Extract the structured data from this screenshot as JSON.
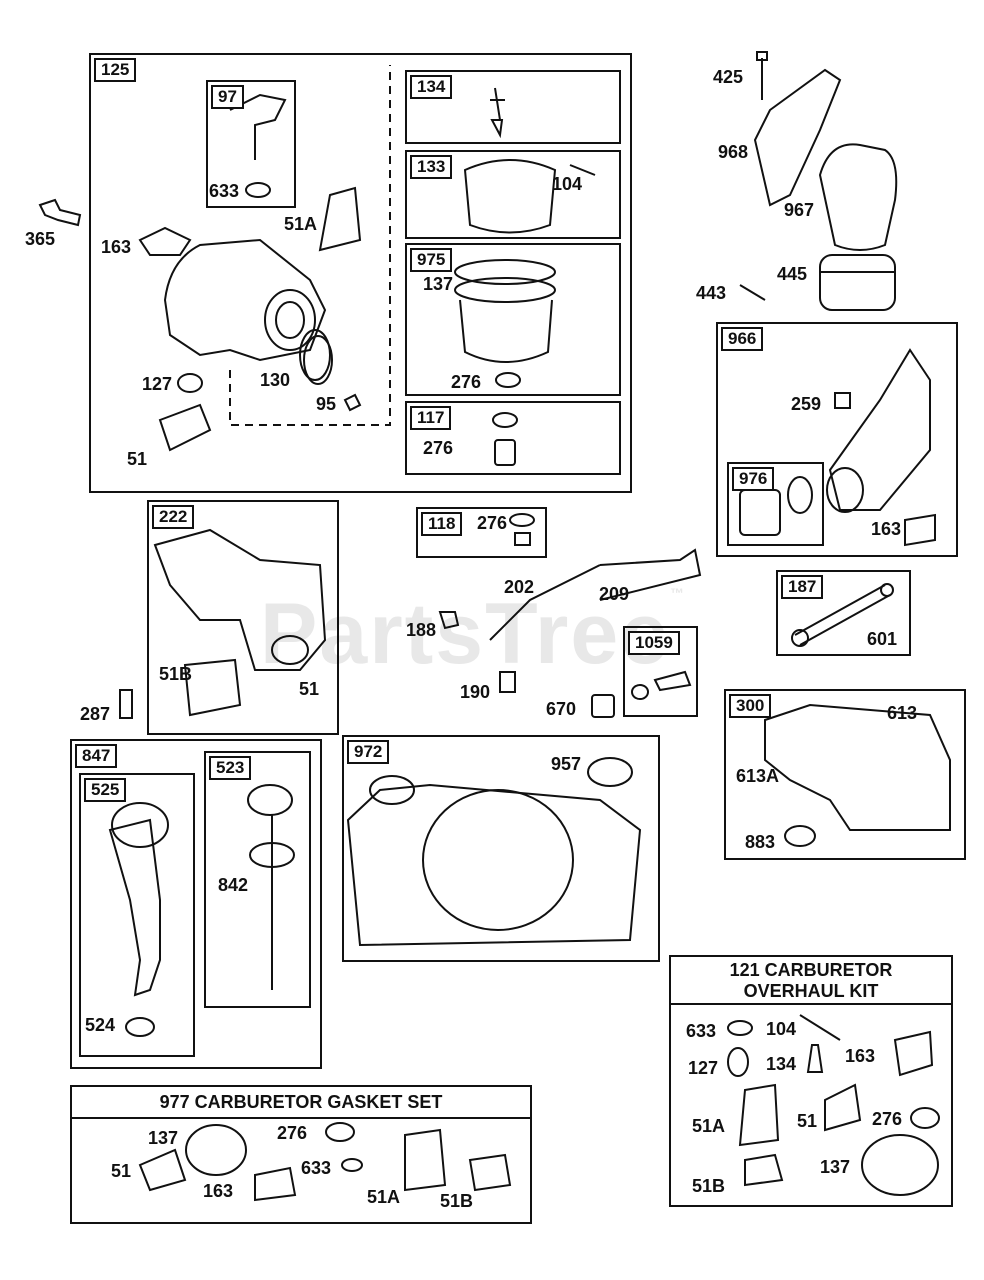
{
  "watermark": "PartsTree",
  "watermark_mark": "™",
  "groups": {
    "g125": "125",
    "g97": "97",
    "g134": "134",
    "g133": "133",
    "g975": "975",
    "g117": "117",
    "g966": "966",
    "g976": "976",
    "g222": "222",
    "g118": "118",
    "g1059": "1059",
    "g187": "187",
    "g300": "300",
    "g847": "847",
    "g525": "525",
    "g523": "523",
    "g972": "972"
  },
  "kit_titles": {
    "overhaul_line1": "121 CARBURETOR",
    "overhaul_line2": "OVERHAUL KIT",
    "gasket_set": "977 CARBURETOR  GASKET SET"
  },
  "labels": {
    "p425": "425",
    "p968": "968",
    "p967": "967",
    "p445": "445",
    "p443": "443",
    "p365": "365",
    "p163a": "163",
    "p633a": "633",
    "p51a_carb": "51A",
    "p104a": "104",
    "p137a": "137",
    "p276a": "276",
    "p276b": "276",
    "p127a": "127",
    "p130": "130",
    "p95": "95",
    "p51a": "51",
    "p259": "259",
    "p163b": "163",
    "p276c": "276",
    "p202": "202",
    "p209": "209",
    "p188": "188",
    "p190": "190",
    "p670": "670",
    "p601": "601",
    "p51b_a": "51B",
    "p51b": "51",
    "p287": "287",
    "p613": "613",
    "p613a": "613A",
    "p883": "883",
    "p957": "957",
    "p842": "842",
    "p524": "524",
    "k633": "633",
    "k104": "104",
    "k127": "127",
    "k134": "134",
    "k163": "163",
    "k51a": "51A",
    "k51": "51",
    "k276": "276",
    "k137": "137",
    "k51b": "51B",
    "s137": "137",
    "s276": "276",
    "s51": "51",
    "s633": "633",
    "s163": "163",
    "s51a": "51A",
    "s51b": "51B"
  }
}
